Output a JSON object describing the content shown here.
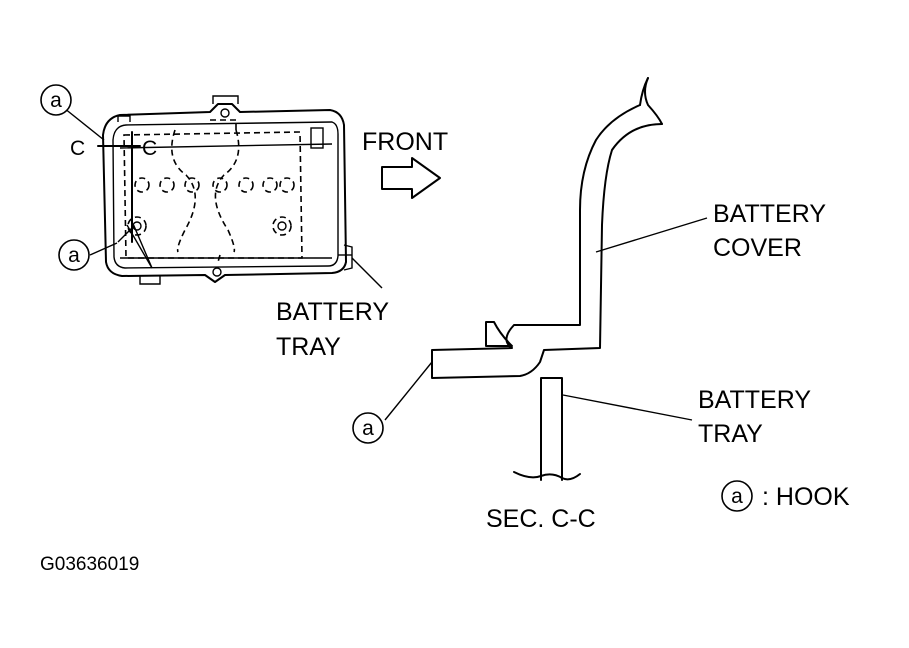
{
  "labels": {
    "front": "FRONT",
    "battery_tray_left_1": "BATTERY",
    "battery_tray_left_2": "TRAY",
    "battery_cover_1": "BATTERY",
    "battery_cover_2": "COVER",
    "battery_tray_right_1": "BATTERY",
    "battery_tray_right_2": "TRAY",
    "section": "SEC. C-C",
    "hook_legend": ": HOOK",
    "section_mark_1": "C",
    "section_mark_2": "C",
    "hook_symbol": "a",
    "figure_code": "G03636019"
  }
}
